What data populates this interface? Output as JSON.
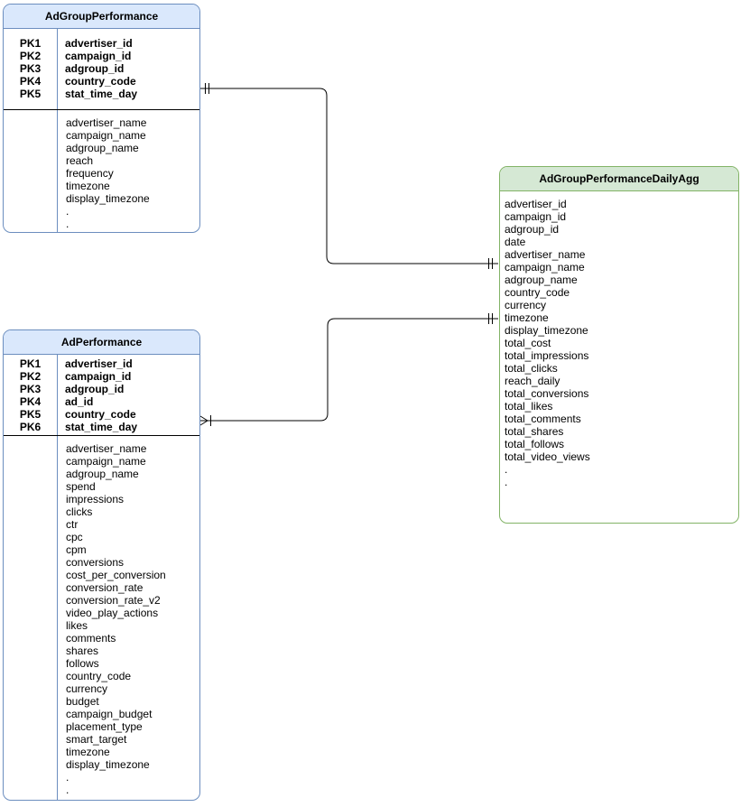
{
  "diagram": {
    "type": "entity-relationship",
    "colors": {
      "blue_fill": "#dae8fc",
      "blue_border": "#6c8ebf",
      "green_fill": "#d5e8d4",
      "green_border": "#82b366",
      "line": "#000000",
      "text": "#000000",
      "background": "#ffffff"
    },
    "tables": [
      {
        "title": "AdGroupPerformance",
        "theme": "blue",
        "pk_rows": [
          {
            "key": "PK1",
            "field": "advertiser_id"
          },
          {
            "key": "PK2",
            "field": "campaign_id"
          },
          {
            "key": "PK3",
            "field": "adgroup_id"
          },
          {
            "key": "PK4",
            "field": "country_code"
          },
          {
            "key": "PK5",
            "field": "stat_time_day"
          }
        ],
        "fields": [
          "advertiser_name",
          "campaign_name",
          "adgroup_name",
          "reach",
          "frequency",
          "timezone",
          "display_timezone",
          ".",
          "."
        ]
      },
      {
        "title": "AdGroupPerformanceDailyAgg",
        "theme": "green",
        "pk_rows": [],
        "fields": [
          "advertiser_id",
          "campaign_id",
          "adgroup_id",
          "date",
          "advertiser_name",
          "campaign_name",
          "adgroup_name",
          "country_code",
          "currency",
          "timezone",
          "display_timezone",
          "total_cost",
          "total_impressions",
          "total_clicks",
          "reach_daily",
          "total_conversions",
          "total_likes",
          "total_comments",
          "total_shares",
          "total_follows",
          "total_video_views",
          ".",
          "."
        ]
      },
      {
        "title": "AdPerformance",
        "theme": "blue",
        "pk_rows": [
          {
            "key": "PK1",
            "field": "advertiser_id"
          },
          {
            "key": "PK2",
            "field": "campaign_id"
          },
          {
            "key": "PK3",
            "field": "adgroup_id"
          },
          {
            "key": "PK4",
            "field": "ad_id"
          },
          {
            "key": "PK5",
            "field": "country_code"
          },
          {
            "key": "PK6",
            "field": "stat_time_day"
          }
        ],
        "fields": [
          "advertiser_name",
          "campaign_name",
          "adgroup_name",
          "spend",
          "impressions",
          "clicks",
          "ctr",
          "cpc",
          "cpm",
          "conversions",
          "cost_per_conversion",
          "conversion_rate",
          "conversion_rate_v2",
          "video_play_actions",
          "likes",
          "comments",
          "shares",
          "follows",
          "country_code",
          "currency",
          "budget",
          "campaign_budget",
          "placement_type",
          "smart_target",
          "timezone",
          "display_timezone",
          ".",
          "."
        ]
      }
    ],
    "relationships": [
      {
        "from": "AdGroupPerformance",
        "to": "AdGroupPerformanceDailyAgg",
        "from_cardinality": "one-and-only-one",
        "to_cardinality": "one-and-only-one"
      },
      {
        "from": "AdPerformance",
        "to": "AdGroupPerformanceDailyAgg",
        "from_cardinality": "one-or-many",
        "to_cardinality": "one-and-only-one"
      }
    ]
  }
}
